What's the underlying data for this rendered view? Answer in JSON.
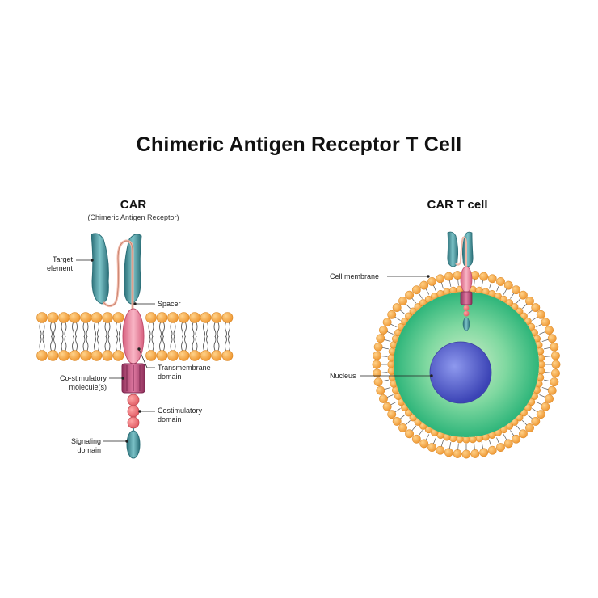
{
  "title": "Chimeric Antigen Receptor T Cell",
  "left": {
    "heading": "CAR",
    "subheading": "(Chimeric Antigen Receptor)",
    "labels": {
      "target_1": "Target",
      "target_2": "element",
      "spacer": "Spacer",
      "transmembrane_1": "Transmembrane",
      "transmembrane_2": "domain",
      "costim_mol_1": "Co-stimulatory",
      "costim_mol_2": "molecule(s)",
      "costim_dom_1": "Costimulatory",
      "costim_dom_2": "domain",
      "signaling_1": "Signaling",
      "signaling_2": "domain"
    }
  },
  "right": {
    "heading": "CAR T cell",
    "labels": {
      "membrane": "Cell membrane",
      "nucleus": "Nucleus"
    }
  },
  "colors": {
    "teal": "#3f8f99",
    "pink": "#e87b97",
    "orange": "#f2a33e",
    "cytoplasm": "#4fc98a",
    "nucleus": "#5763c9",
    "magenta": "#b84a78"
  }
}
